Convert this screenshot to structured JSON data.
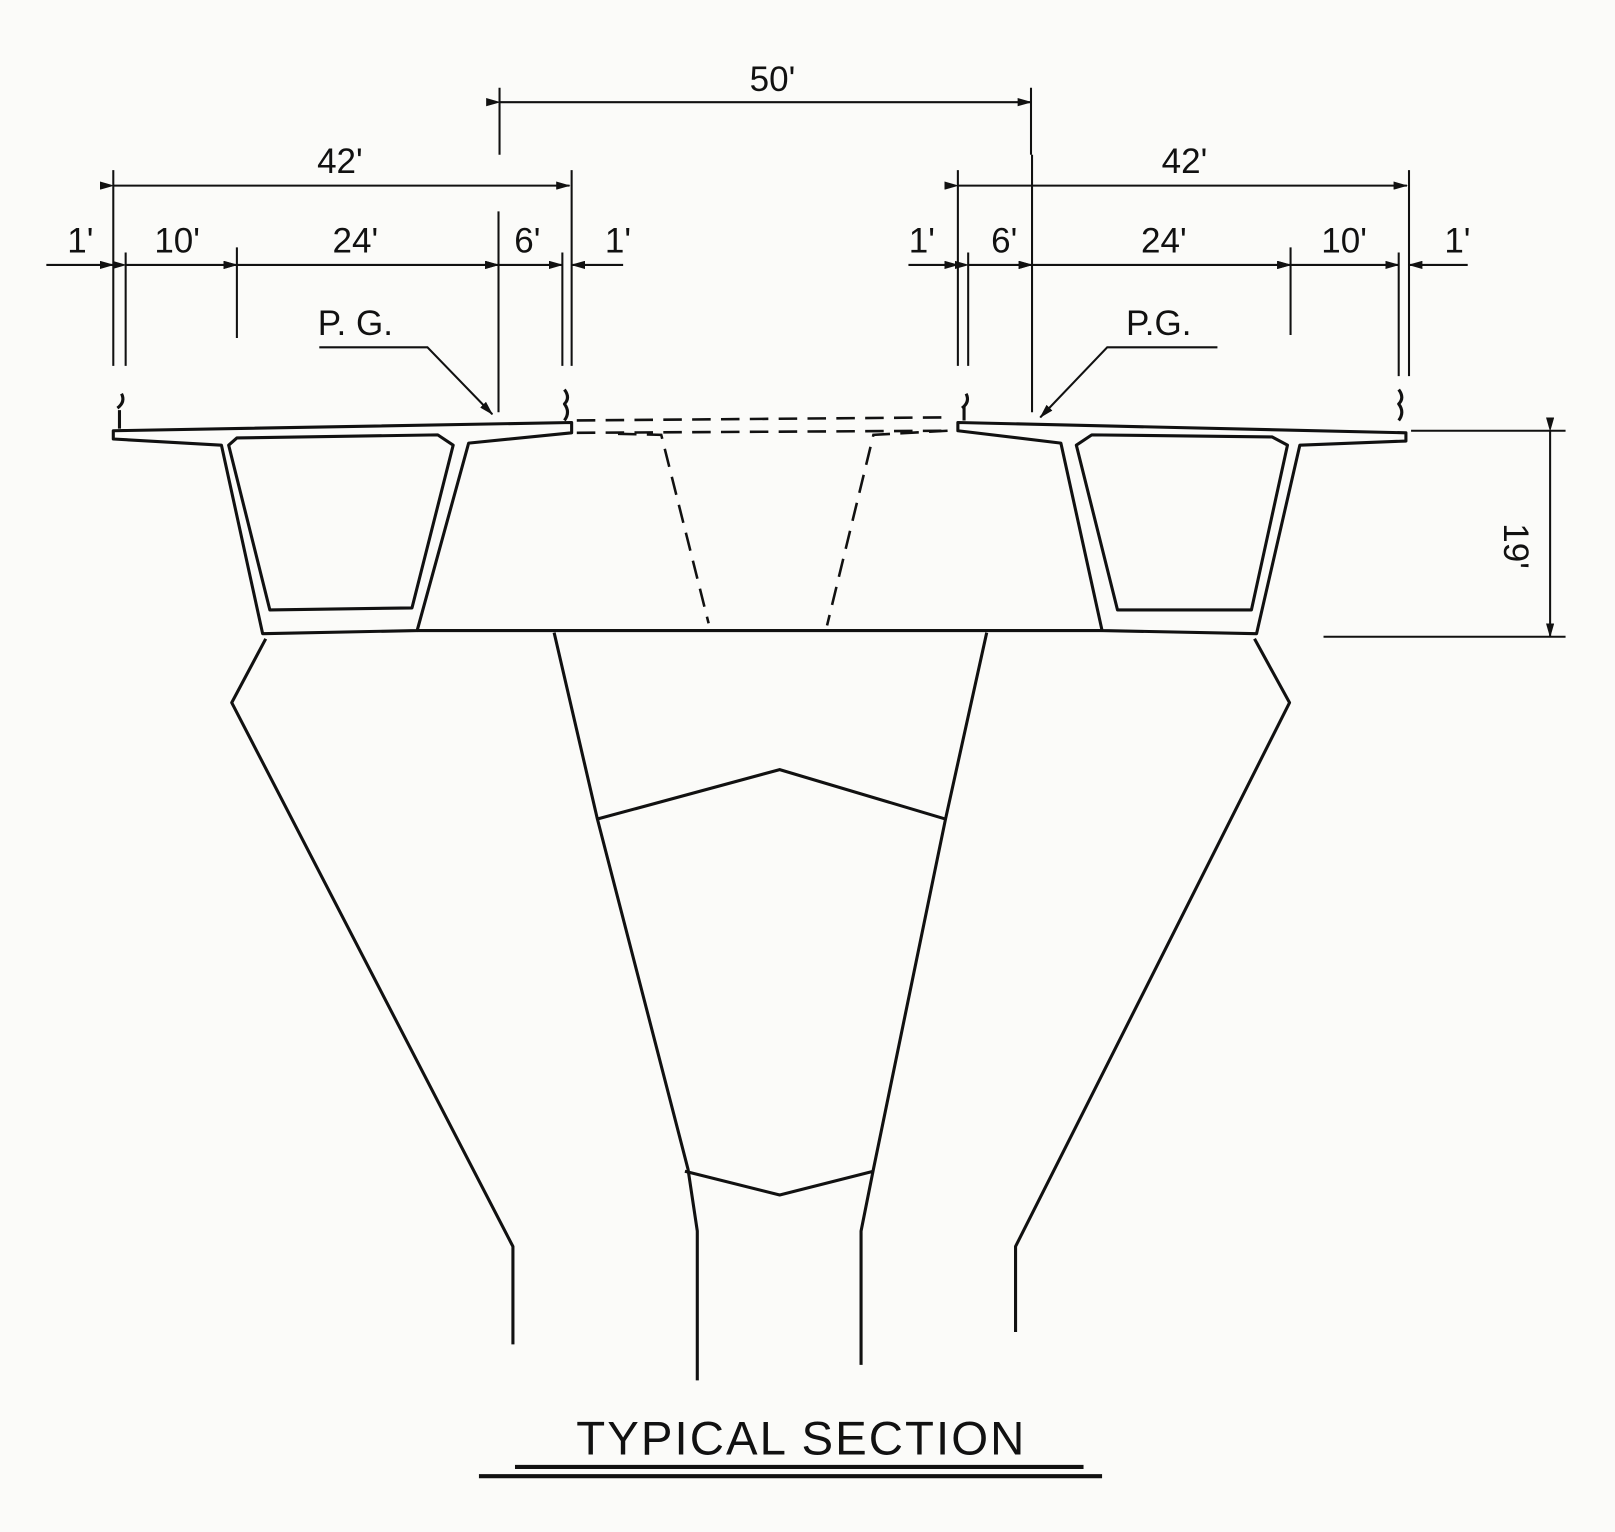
{
  "title": "TYPICAL SECTION",
  "dimensions": {
    "overall_between": "50'",
    "left_deck_width": "42'",
    "right_deck_width": "42'",
    "left_segments": [
      "1'",
      "10'",
      "24'",
      "6'",
      "1'"
    ],
    "right_segments": [
      "1'",
      "6'",
      "24'",
      "10'",
      "1'"
    ],
    "girder_depth": "19'"
  },
  "labels": {
    "left_profile_grade": "P. G.",
    "right_profile_grade": "P.G."
  }
}
